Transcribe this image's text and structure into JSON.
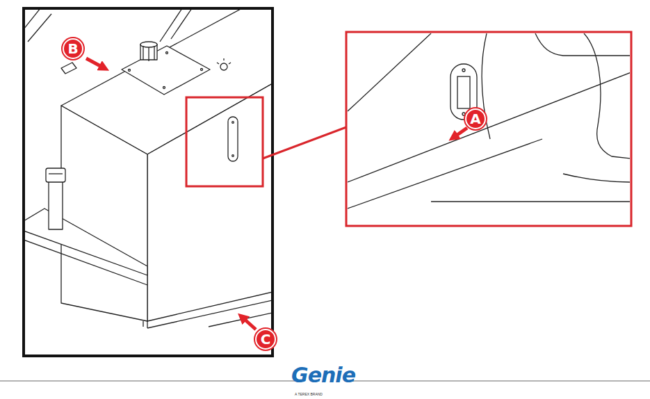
{
  "diagram": {
    "nodes": [
      {
        "text": [
          "B"
        ]
      },
      {
        "text": [
          "A"
        ]
      },
      {
        "text": [
          "C"
        ]
      }
    ],
    "labels": [
      "Genie",
      "A TEREX BRAND"
    ]
  }
}
